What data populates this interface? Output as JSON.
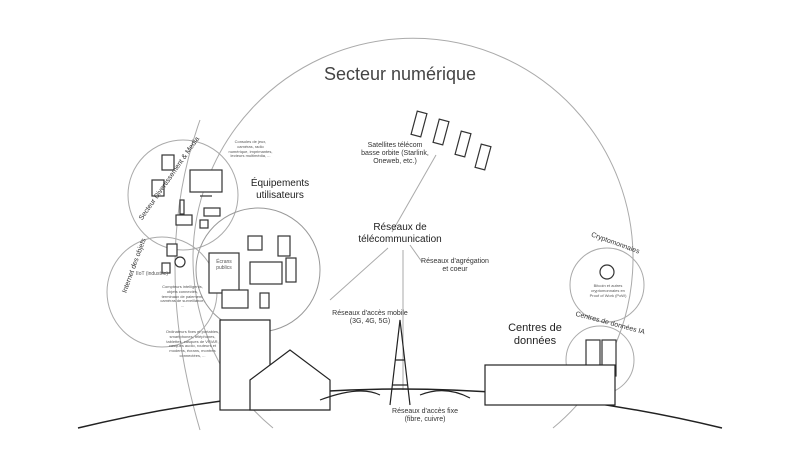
{
  "title": "Secteur numérique",
  "labels": {
    "equipements": "Équipements utilisateurs",
    "reseaux": "Réseaux de télécommunication",
    "satellites": "Satellites télécom basse orbite (Starlink, Oneweb, etc.)",
    "agregation": "Réseaux d'agrégation et coeur",
    "mobile": "Réseaux d'accès mobile (3G, 4G, 5G)",
    "fixe": "Réseaux d'accès fixe (fibre, cuivre)",
    "centres": "Centres de données",
    "crypto": "Cryptomonnaies",
    "crypto_desc": "Bitcoin et autres cryptomonnaies en Proof of Work (PoW)",
    "ia": "Centres de données IA",
    "divertissement": "Secteur Divertissement & Media",
    "divertissement_desc": "Consoles de jeux, caméras, radio numérique, imprimantes, lecteurs multimédia, ...",
    "iot": "Internet des objets",
    "iot_industrie": "IIoT (industrie)",
    "iot_desc": "Compteurs intelligents, objets connectés, terminaux de paiement, caméras de surveillance, ...",
    "ecrans": "Écrans publics",
    "equip_desc": "Ordinateurs fixes et portables, smartphones, téléphones, tablettes, casques de VR/AR, casques audio, routeurs et modems, écrans, montres connectées, ..."
  },
  "colors": {
    "line": "#999999",
    "ink": "#333333"
  }
}
